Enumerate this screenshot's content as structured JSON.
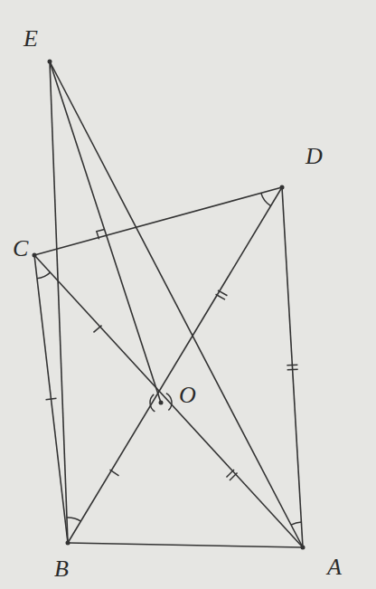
{
  "diagram": {
    "labels": [
      "E",
      "D",
      "C",
      "O",
      "B",
      "A"
    ]
  }
}
